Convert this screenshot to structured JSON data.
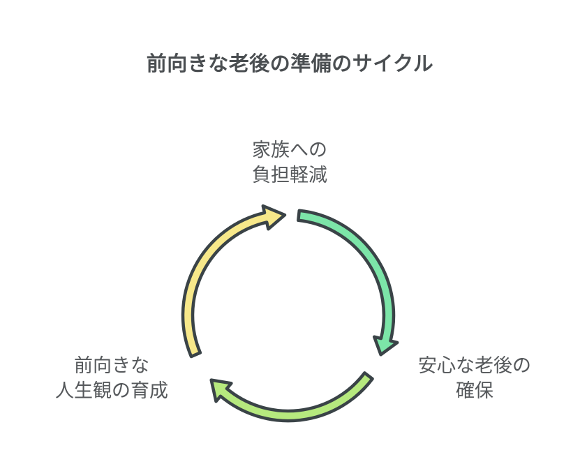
{
  "title": "前向きな老後の準備のサイクル",
  "diagram": {
    "type": "cycle",
    "direction": "clockwise",
    "nodes": [
      {
        "id": "family-burden",
        "position": "top",
        "lines": [
          "家族への",
          "負担軽減"
        ]
      },
      {
        "id": "secure-old-age",
        "position": "right",
        "lines": [
          "安心な老後の",
          "確保"
        ]
      },
      {
        "id": "positive-outlook",
        "position": "left",
        "lines": [
          "前向きな",
          "人生観の育成"
        ]
      }
    ],
    "arrows": [
      {
        "id": "top-to-right",
        "color": "#7ce5a8",
        "startAngle": -84,
        "headBaseAngle": 14,
        "tipAngle": 23
      },
      {
        "id": "right-to-left",
        "color": "#b6e97e",
        "startAngle": 37,
        "headBaseAngle": 130,
        "tipAngle": 140
      },
      {
        "id": "left-to-top",
        "color": "#f7e88a",
        "startAngle": 157,
        "headBaseAngle": 257,
        "tipAngle": 268
      }
    ]
  },
  "colors": {
    "background": "#ffffff",
    "outline": "#3a4347",
    "title_text": "#4a4e51",
    "label_text": "#55585b"
  }
}
